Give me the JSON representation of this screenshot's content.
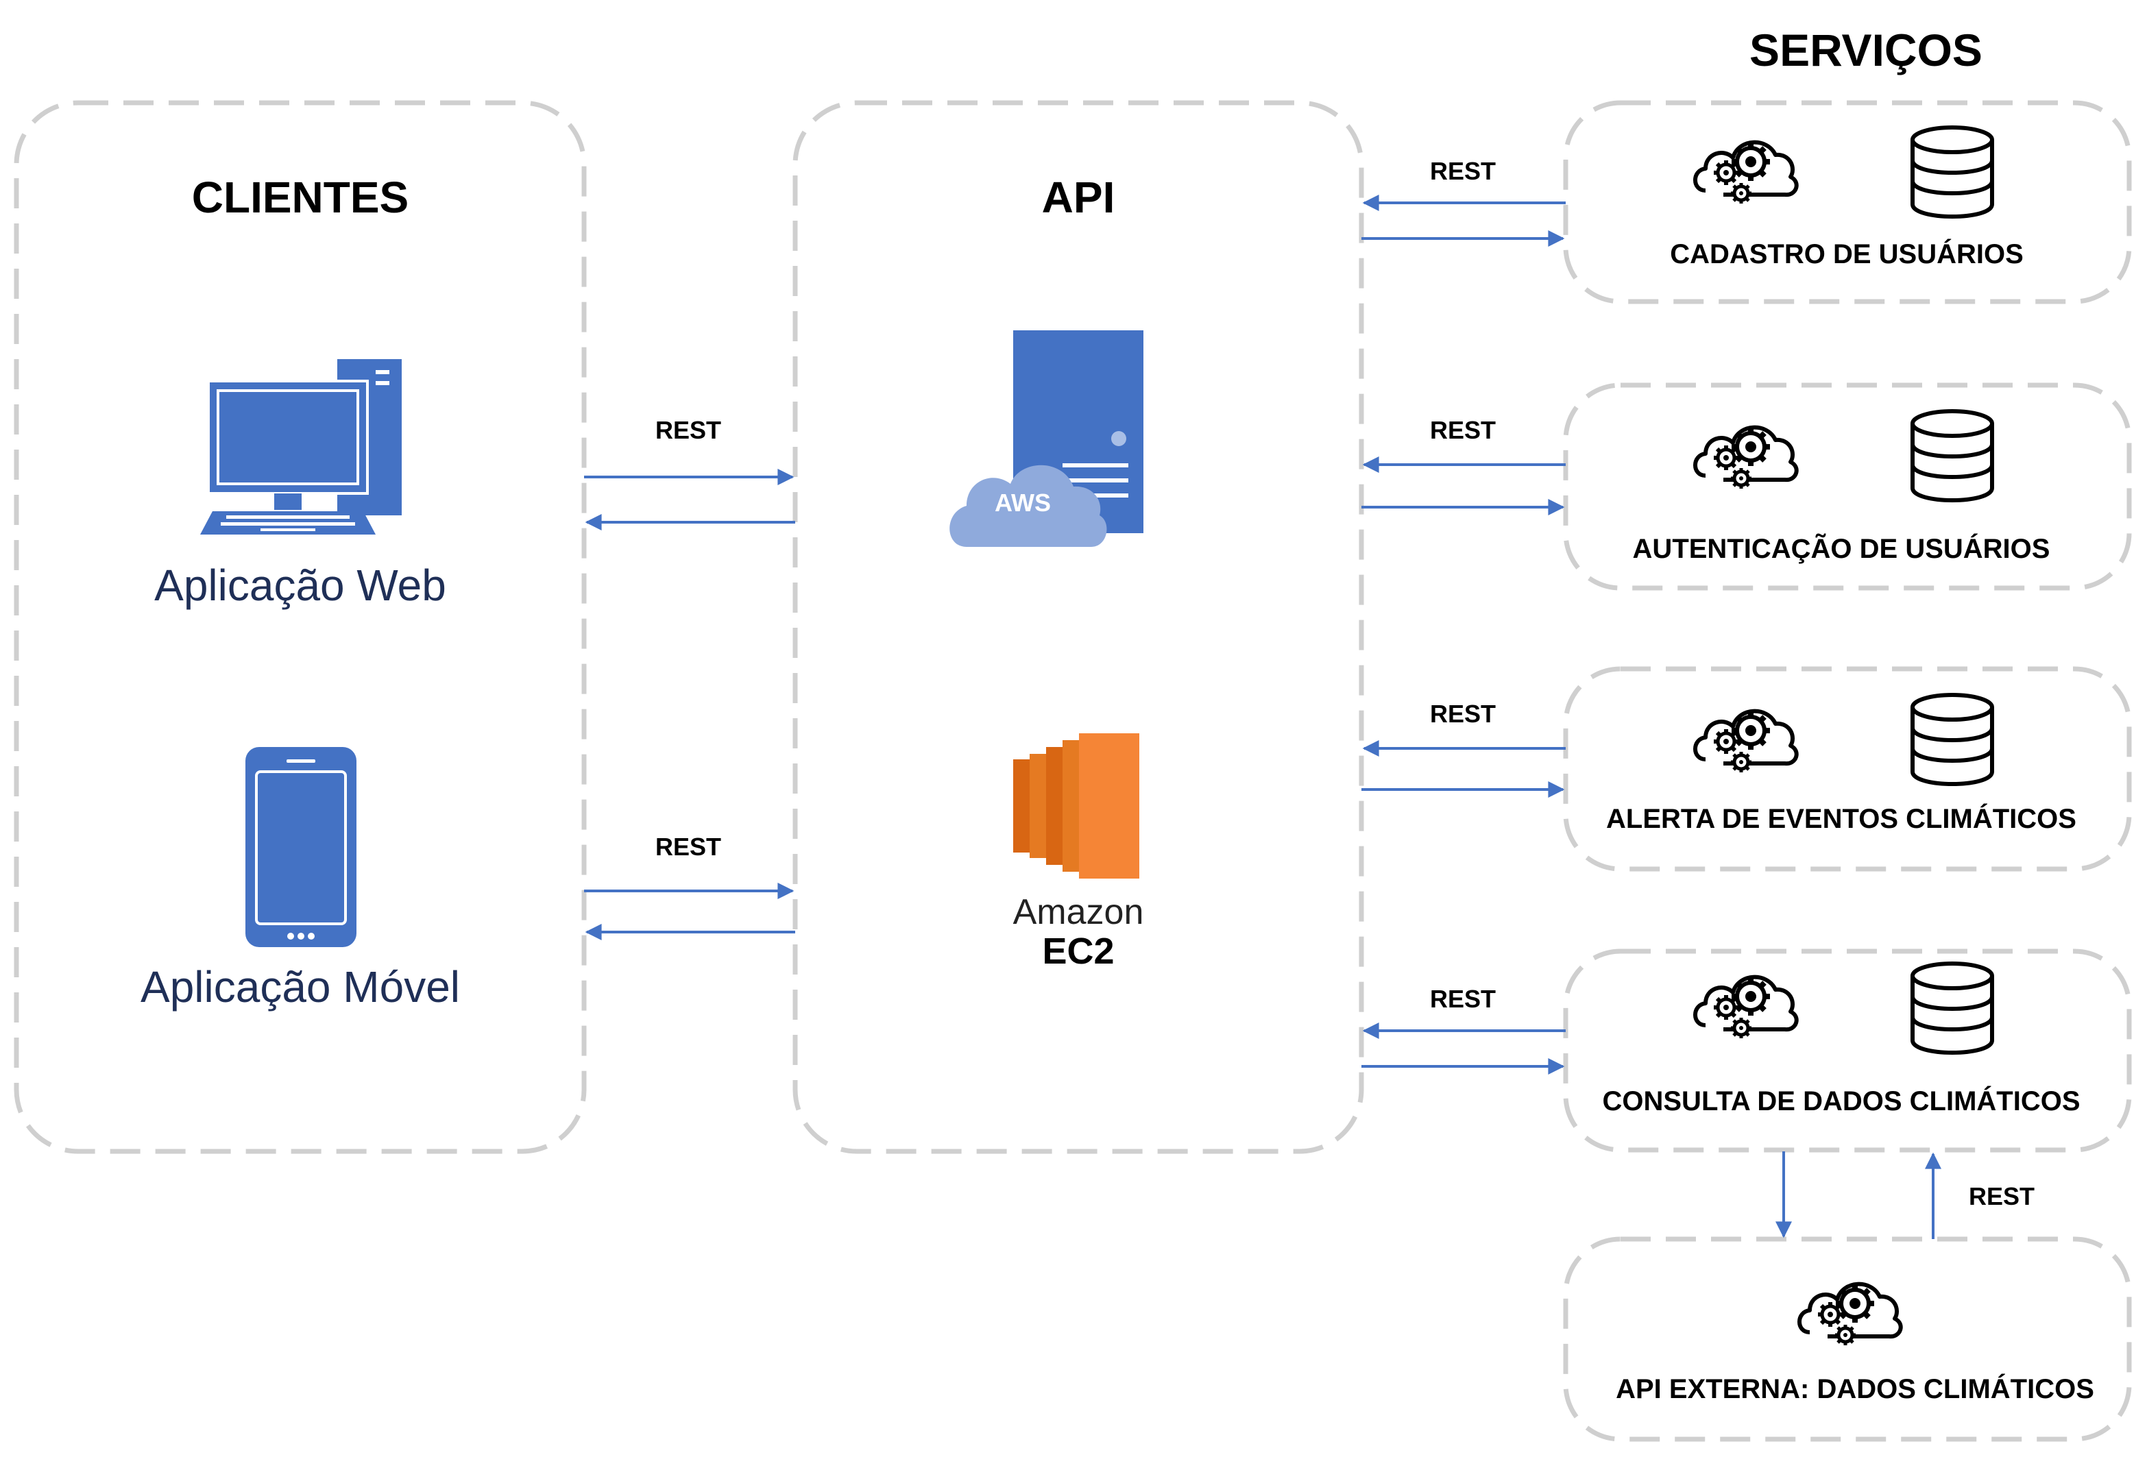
{
  "colors": {
    "accent": "#4472c4",
    "aws_orange": "#f58536",
    "box_border": "#cfcfcf",
    "client_text": "#1f2f57"
  },
  "titles": {
    "clientes": "CLIENTES",
    "api": "API",
    "servicos": "SERVIÇOS"
  },
  "clients": {
    "web": {
      "label": "Aplicação Web",
      "icon": "desktop-computer-icon"
    },
    "mobile": {
      "label": "Aplicação Móvel",
      "icon": "smartphone-icon"
    }
  },
  "api": {
    "aws_badge": "AWS",
    "ec2_line1": "Amazon",
    "ec2_line2": "EC2",
    "icons": [
      "aws-server-icon",
      "amazon-ec2-icon"
    ]
  },
  "edge_label": "REST",
  "services": [
    {
      "label": "CADASTRO DE USUÁRIOS"
    },
    {
      "label": "AUTENTICAÇÃO DE USUÁRIOS"
    },
    {
      "label": "ALERTA DE EVENTOS CLIMÁTICOS"
    },
    {
      "label": "CONSULTA DE DADOS CLIMÁTICOS"
    }
  ],
  "external": {
    "label": "API EXTERNA: DADOS CLIMÁTICOS"
  }
}
